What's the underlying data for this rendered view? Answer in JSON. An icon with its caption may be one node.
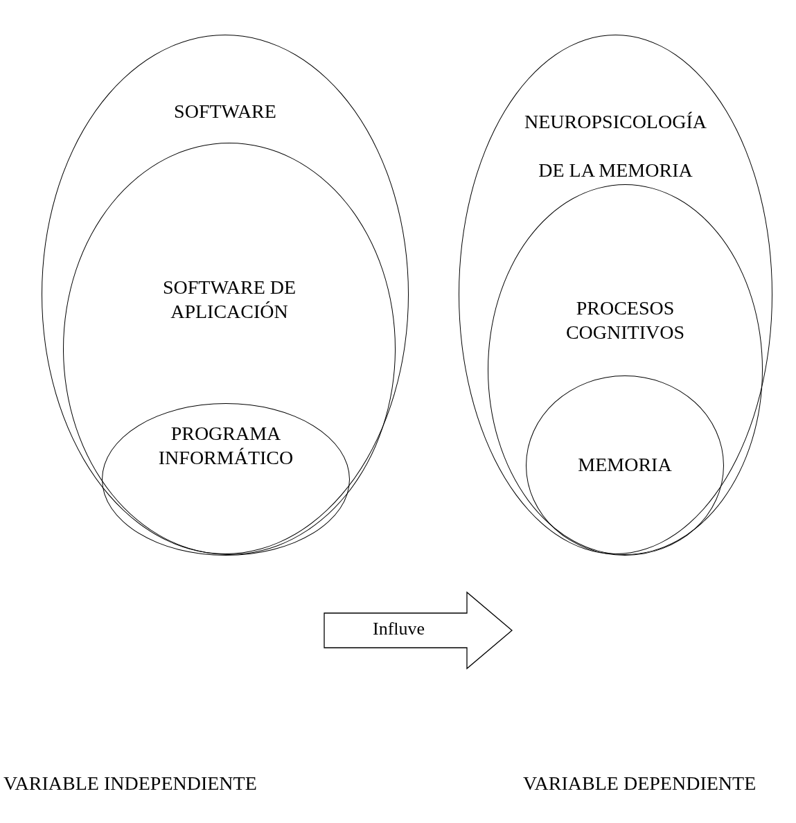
{
  "diagram": {
    "nodes": [
      {
        "text": [
          "SOFTWARE"
        ]
      },
      {
        "text": [
          "SOFTWARE DE APLICACIÓN"
        ],
        "in": 0
      },
      {
        "text": [
          "PROGRAMA INFORMÁTICO"
        ],
        "in": 1
      },
      {
        "text": [
          "NEUROPSICOLOGÍA DE LA MEMORIA"
        ]
      },
      {
        "text": [
          "PROCESOS COGNITIVOS"
        ],
        "in": 3
      },
      {
        "text": [
          "MEMORIA"
        ],
        "in": 4
      }
    ],
    "edges": [
      {
        "from": 0,
        "to": 3,
        "arrow": "to",
        "label": "Influve"
      }
    ],
    "labels": [
      "VARIABLE INDEPENDIENTE",
      "VARIABLE DEPENDIENTE"
    ]
  }
}
